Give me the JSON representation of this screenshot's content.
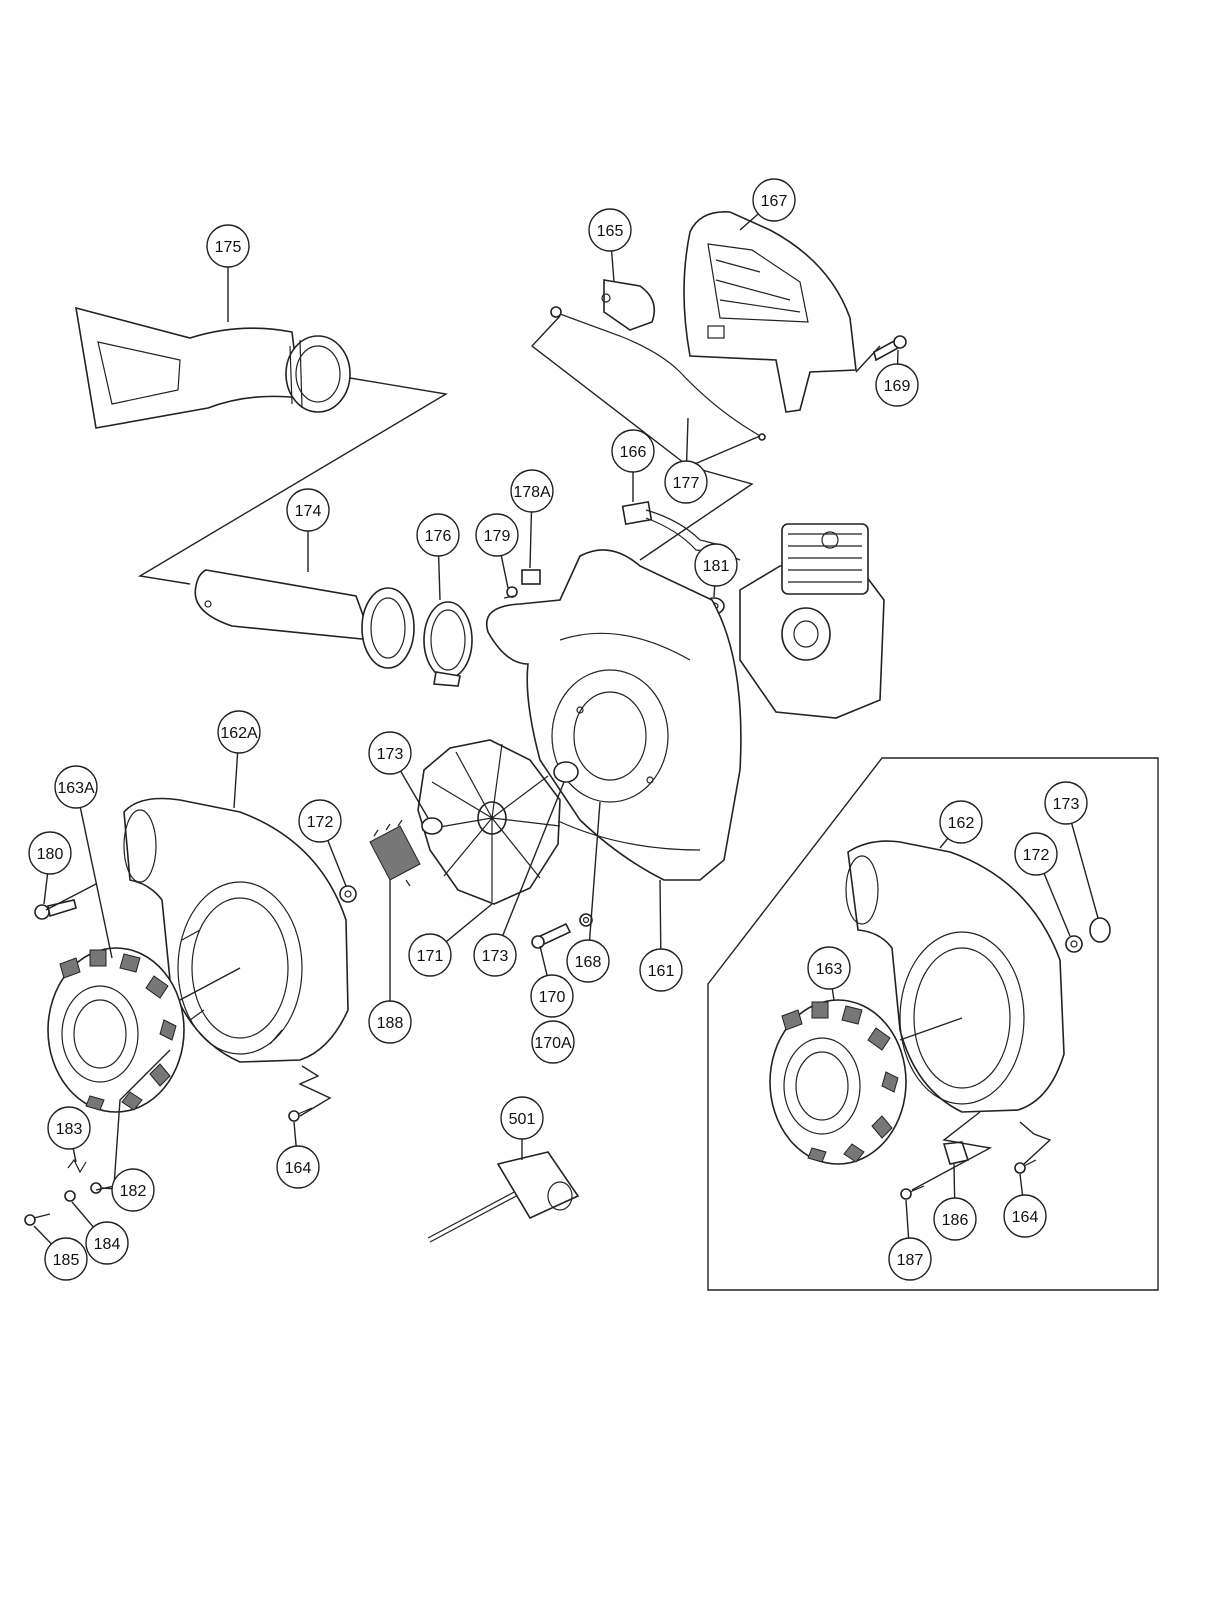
{
  "diagram": {
    "callouts": [
      {
        "id": "c175",
        "label": "175"
      },
      {
        "id": "c165",
        "label": "165"
      },
      {
        "id": "c167",
        "label": "167"
      },
      {
        "id": "c169",
        "label": "169"
      },
      {
        "id": "c166",
        "label": "166"
      },
      {
        "id": "c177",
        "label": "177"
      },
      {
        "id": "c174",
        "label": "174"
      },
      {
        "id": "c176",
        "label": "176"
      },
      {
        "id": "c179",
        "label": "179"
      },
      {
        "id": "c178A",
        "label": "178A"
      },
      {
        "id": "c181",
        "label": "181"
      },
      {
        "id": "c162A",
        "label": "162A"
      },
      {
        "id": "c163A",
        "label": "163A"
      },
      {
        "id": "c180",
        "label": "180"
      },
      {
        "id": "c172L",
        "label": "172"
      },
      {
        "id": "c173A",
        "label": "173"
      },
      {
        "id": "c171",
        "label": "171"
      },
      {
        "id": "c173B",
        "label": "173"
      },
      {
        "id": "c188",
        "label": "188"
      },
      {
        "id": "c170",
        "label": "170"
      },
      {
        "id": "c170A",
        "label": "170A"
      },
      {
        "id": "c168",
        "label": "168"
      },
      {
        "id": "c161",
        "label": "161"
      },
      {
        "id": "c164L",
        "label": "164"
      },
      {
        "id": "c183",
        "label": "183"
      },
      {
        "id": "c182",
        "label": "182"
      },
      {
        "id": "c184",
        "label": "184"
      },
      {
        "id": "c185",
        "label": "185"
      },
      {
        "id": "c501",
        "label": "501"
      },
      {
        "id": "c173R",
        "label": "173"
      },
      {
        "id": "c162",
        "label": "162"
      },
      {
        "id": "c172R",
        "label": "172"
      },
      {
        "id": "c163",
        "label": "163"
      },
      {
        "id": "c186",
        "label": "186"
      },
      {
        "id": "c164R",
        "label": "164"
      },
      {
        "id": "c187",
        "label": "187"
      }
    ]
  }
}
